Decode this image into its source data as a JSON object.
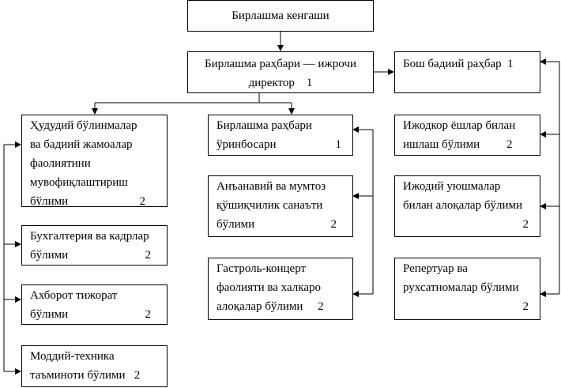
{
  "boxes": {
    "council": {
      "lines": [
        "Бирлашма кенгаши"
      ]
    },
    "director": {
      "lines": [
        "Бирлашма раҳбари — ижрочи",
        "директор"
      ],
      "count": "1"
    },
    "art_director": {
      "lines": [
        "Бош бадиий раҳбар"
      ],
      "count": "1"
    },
    "regional": {
      "lines": [
        "Ҳудудий бўлинмалар",
        "ва бадиий жамоалар",
        "фаолиятини",
        "мувофиқлаштириш",
        "бўлими"
      ],
      "count": "2"
    },
    "accounting": {
      "lines": [
        "Бухгалтерия ва кадрлар",
        "бўлими"
      ],
      "count": "2"
    },
    "info_trade": {
      "lines": [
        "Ахборот тижорат",
        "бўлими"
      ],
      "count": "2"
    },
    "logistics": {
      "lines": [
        "Моддий-техника",
        "таъминоти бўлими"
      ],
      "count": "2"
    },
    "deputy": {
      "lines": [
        "Бирлашма раҳбари",
        "ўринбосари"
      ],
      "count": "1"
    },
    "traditional": {
      "lines": [
        "Анъанавий ва мумтоз",
        "қўшиқчилик санаъти",
        "бўлими"
      ],
      "count": "2"
    },
    "touring": {
      "lines": [
        "Гастроль-концерт",
        "фаолияти ва халкаро",
        "алоқалар бўлими"
      ],
      "count": "2"
    },
    "youth": {
      "lines": [
        "Ижодкор ёшлар билан",
        "ишлаш бўлими"
      ],
      "count": "2"
    },
    "unions": {
      "lines": [
        "Ижодий уюшмалар",
        "билан алоқалар бўлими"
      ],
      "count": "2"
    },
    "repertoire": {
      "lines": [
        "Репертуар ва",
        "рухсатномалар бўлими"
      ],
      "count": "2"
    }
  }
}
